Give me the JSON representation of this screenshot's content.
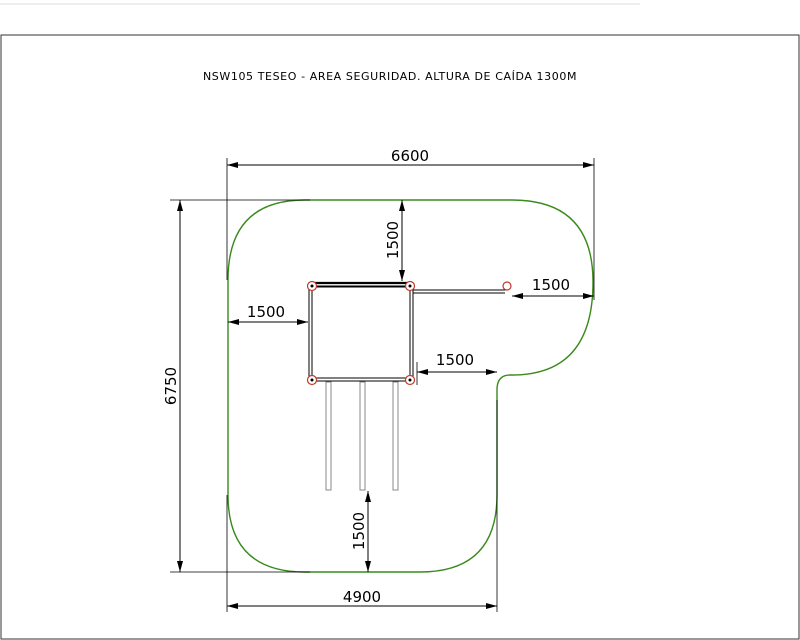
{
  "drawing": {
    "title": "NSW105 TESEO - AREA SEGURIDAD. ALTURA DE CAÍDA 1300M",
    "colors": {
      "safety_area": "#3a8a1e",
      "posts": "#c0392b",
      "lines": "#000000",
      "border": "#333333"
    },
    "dimensions": {
      "overall_width": "6600",
      "overall_height": "6750",
      "bottom_width": "4900",
      "top_clearance": "1500",
      "right_clearance": "1500",
      "left_clearance": "1500",
      "mid_clearance": "1500",
      "bottom_clearance": "1500"
    }
  }
}
